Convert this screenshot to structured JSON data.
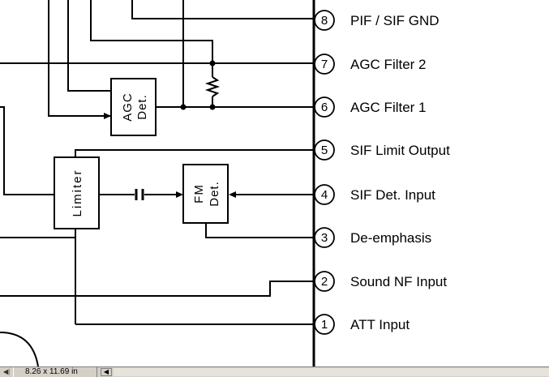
{
  "pins": [
    {
      "number": "8",
      "label": "PIF / SIF GND"
    },
    {
      "number": "7",
      "label": "AGC Filter 2"
    },
    {
      "number": "6",
      "label": "AGC Filter 1"
    },
    {
      "number": "5",
      "label": "SIF Limit Output"
    },
    {
      "number": "4",
      "label": "SIF Det. Input"
    },
    {
      "number": "3",
      "label": "De-emphasis"
    },
    {
      "number": "2",
      "label": "Sound NF Input"
    },
    {
      "number": "1",
      "label": "ATT Input"
    }
  ],
  "blocks": {
    "agc": {
      "line1": "AGC",
      "line2": "Det."
    },
    "limiter": {
      "label": "Limiter"
    },
    "fm": {
      "line1": "FM",
      "line2": "Det."
    }
  },
  "statusbar": {
    "page_size": "8.26 x 11.69 in",
    "nav_left_icon": "expand-left-icon",
    "scroll_left_icon": "scroll-left-arrow-icon"
  }
}
